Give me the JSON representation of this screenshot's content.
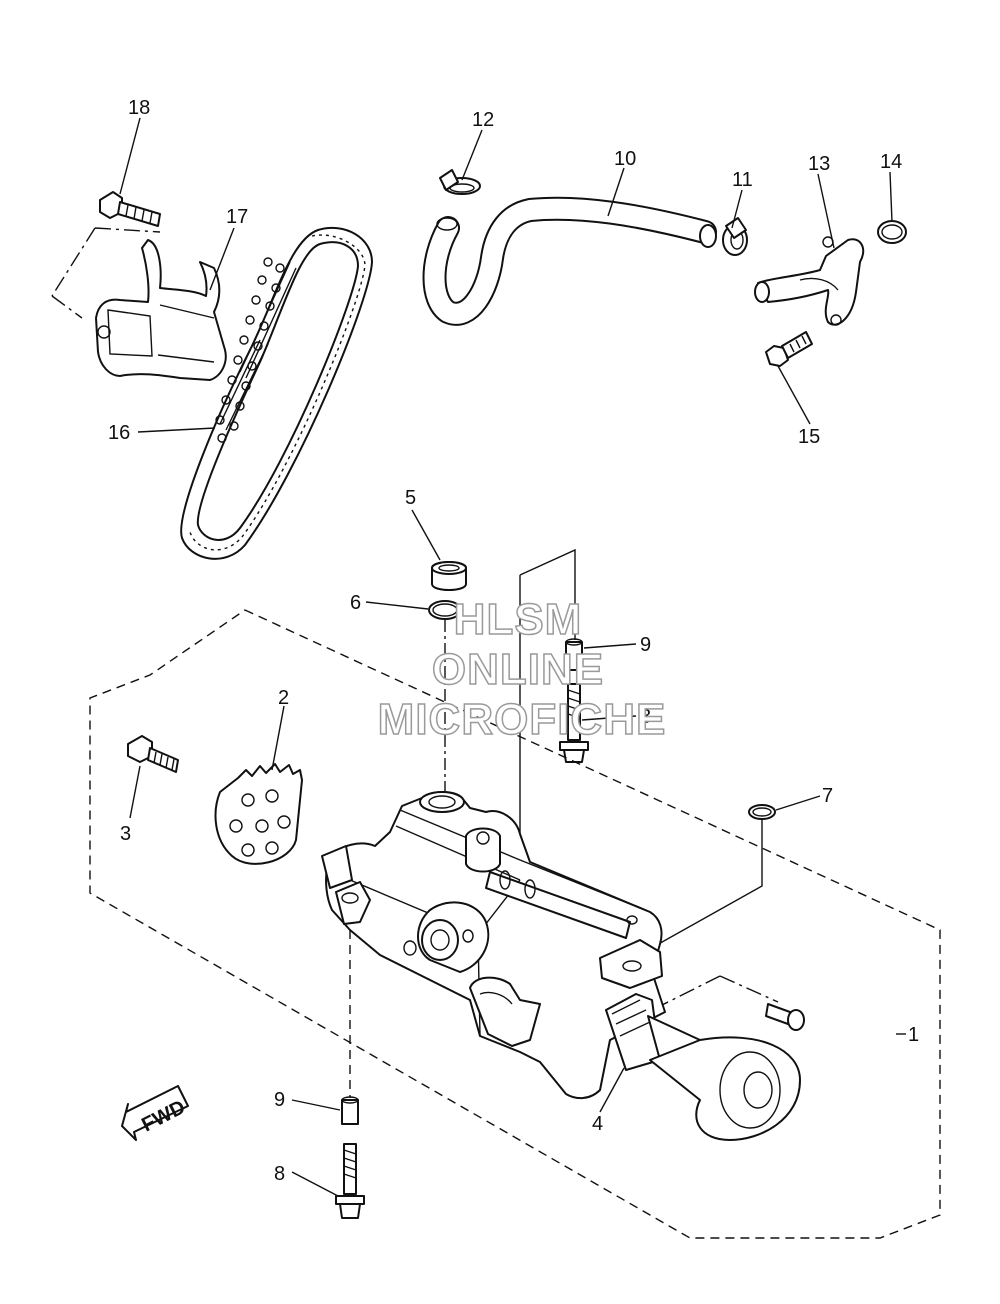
{
  "callouts": [
    {
      "id": "c18",
      "text": "18"
    },
    {
      "id": "c17",
      "text": "17"
    },
    {
      "id": "c16",
      "text": "16"
    },
    {
      "id": "c12",
      "text": "12"
    },
    {
      "id": "c10",
      "text": "10"
    },
    {
      "id": "c11",
      "text": "11"
    },
    {
      "id": "c13",
      "text": "13"
    },
    {
      "id": "c14",
      "text": "14"
    },
    {
      "id": "c15",
      "text": "15"
    },
    {
      "id": "c5",
      "text": "5"
    },
    {
      "id": "c6",
      "text": "6"
    },
    {
      "id": "c9a",
      "text": "9"
    },
    {
      "id": "c8a",
      "text": "8"
    },
    {
      "id": "c2",
      "text": "2"
    },
    {
      "id": "c3",
      "text": "3"
    },
    {
      "id": "c7",
      "text": "7"
    },
    {
      "id": "c1",
      "text": "1"
    },
    {
      "id": "c4",
      "text": "4"
    },
    {
      "id": "c9b",
      "text": "9"
    },
    {
      "id": "c8b",
      "text": "8"
    }
  ],
  "watermark": {
    "line1": "HLSM",
    "line2": "ONLINE",
    "line3": "MICROFICHE"
  },
  "fwd_label": "FWD"
}
